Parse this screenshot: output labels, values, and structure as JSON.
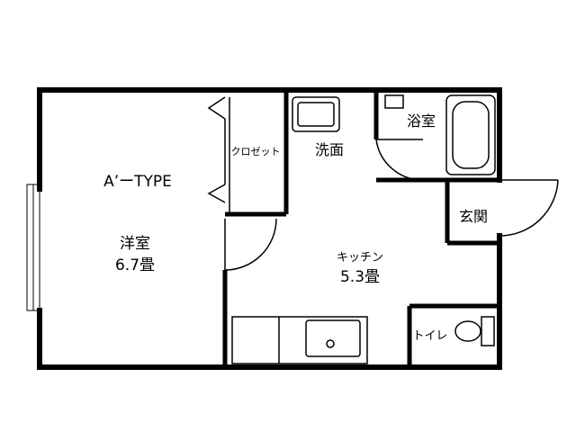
{
  "plan": {
    "type_label": "A’ーTYPE",
    "rooms": {
      "western_room": {
        "name": "洋室",
        "size": "6.7畳"
      },
      "kitchen": {
        "name": "キッチン",
        "size": "5.3畳"
      },
      "closet": {
        "name": "クロゼット"
      },
      "washroom": {
        "name": "洗面"
      },
      "bathroom": {
        "name": "浴室"
      },
      "entrance": {
        "name": "玄関"
      },
      "toilet": {
        "name": "トイレ"
      }
    }
  }
}
